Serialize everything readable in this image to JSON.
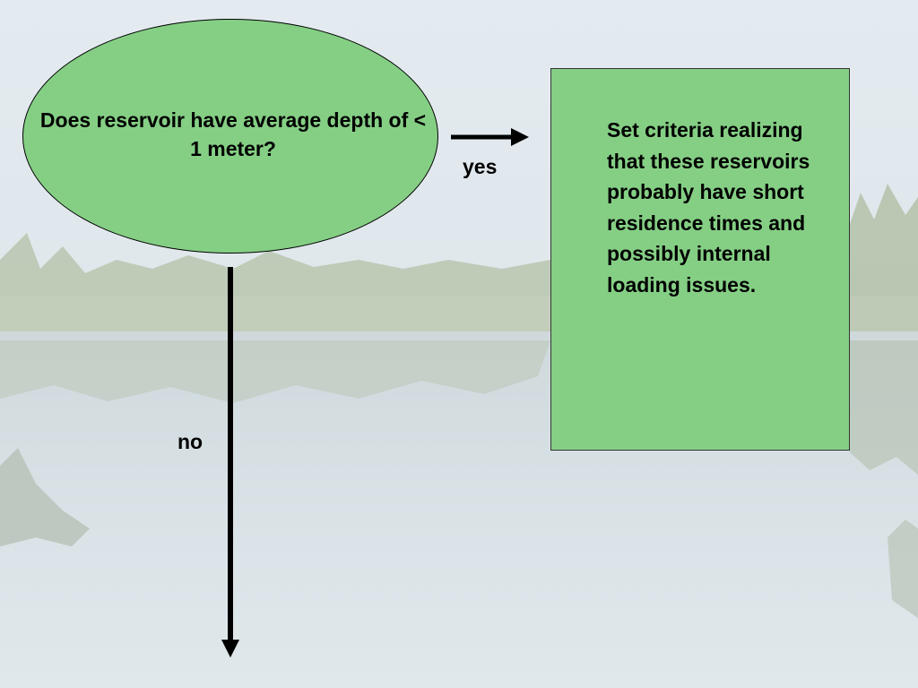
{
  "decision": {
    "text": "Does reservoir have average depth of < 1 meter?"
  },
  "process": {
    "text": "Set criteria realizing that these reservoirs probably have short residence times and possibly internal loading issues."
  },
  "labels": {
    "yes": "yes",
    "no": "no"
  },
  "colors": {
    "shape_fill": "#85cf85",
    "arrow": "#000000"
  }
}
